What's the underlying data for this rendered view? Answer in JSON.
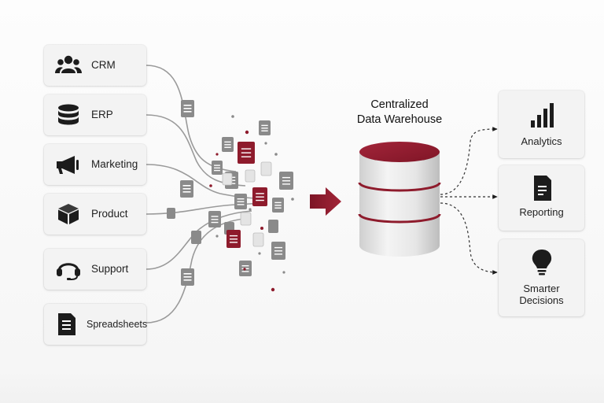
{
  "sources": [
    {
      "label": "CRM",
      "icon": "users-icon"
    },
    {
      "label": "ERP",
      "icon": "database-icon"
    },
    {
      "label": "Marketing",
      "icon": "megaphone-icon"
    },
    {
      "label": "Product",
      "icon": "box-icon"
    },
    {
      "label": "Support",
      "icon": "headset-icon"
    },
    {
      "label": "Spreadsheets",
      "icon": "document-icon"
    }
  ],
  "warehouse": {
    "title_line1": "Centralized",
    "title_line2": "Data Warehouse"
  },
  "outputs": [
    {
      "label": "Analytics",
      "icon": "bar-chart-icon"
    },
    {
      "label": "Reporting",
      "icon": "report-icon"
    },
    {
      "label_line1": "Smarter",
      "label_line2": "Decisions",
      "icon": "lightbulb-icon"
    }
  ],
  "colors": {
    "accent": "#8e1b2c",
    "doc_gray": "#8a8a8a",
    "line_gray": "#9a9a9a",
    "icon_dark": "#1c1c1c"
  }
}
